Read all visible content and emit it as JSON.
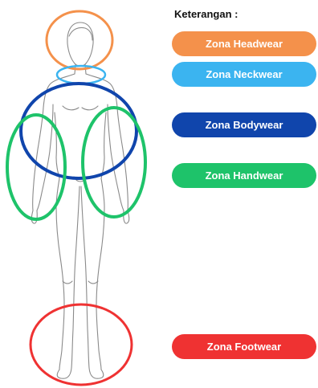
{
  "legend": {
    "title": "Keterangan :"
  },
  "zones": [
    {
      "key": "headwear",
      "label": "Zona Headwear",
      "color": "#f4914b"
    },
    {
      "key": "neckwear",
      "label": "Zona Neckwear",
      "color": "#3bb4f0"
    },
    {
      "key": "bodywear",
      "label": "Zona Bodywear",
      "color": "#1045ac"
    },
    {
      "key": "handwear",
      "label": "Zona Handwear",
      "color": "#1ec36a"
    },
    {
      "key": "footwear",
      "label": "Zona Footwear",
      "color": "#ef3232"
    }
  ]
}
